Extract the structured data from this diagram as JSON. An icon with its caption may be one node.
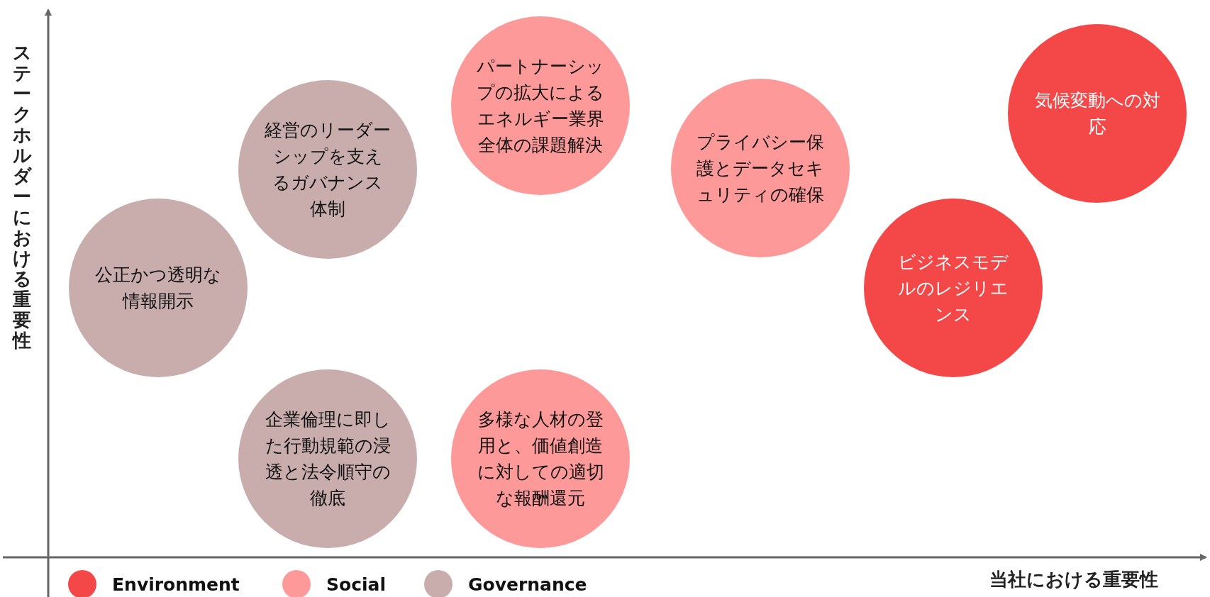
{
  "diagram": {
    "nodes": [
      {
        "text": [
          "公正かつ透明な情報開示"
        ]
      },
      {
        "text": [
          "経営のリーダーシップを支えるガバナンス体制"
        ]
      },
      {
        "text": [
          "パートナーシップの拡大によるエネルギー業界全体の課題解決"
        ]
      },
      {
        "text": [
          "プライバシー保護とデータセキュリティの確保"
        ]
      },
      {
        "text": [
          "気候変動への対応"
        ]
      },
      {
        "text": [
          "ビジネスモデルのレジリエンス"
        ]
      },
      {
        "text": [
          "企業倫理に即した行動規範の浸透と法令順守の徹底"
        ]
      },
      {
        "text": [
          "多様な人材の登用と、価値創造に対しての適切な報酬還元"
        ]
      }
    ],
    "edges": [],
    "labels": [
      "ステークホルダーにおける重要性",
      "当社における重要性"
    ],
    "legend": [
      {
        "text": "Environment",
        "color": "#f44848"
      },
      {
        "text": "Social",
        "color": "#fe9999"
      },
      {
        "text": "Governance",
        "color": "#c9adad"
      }
    ]
  }
}
